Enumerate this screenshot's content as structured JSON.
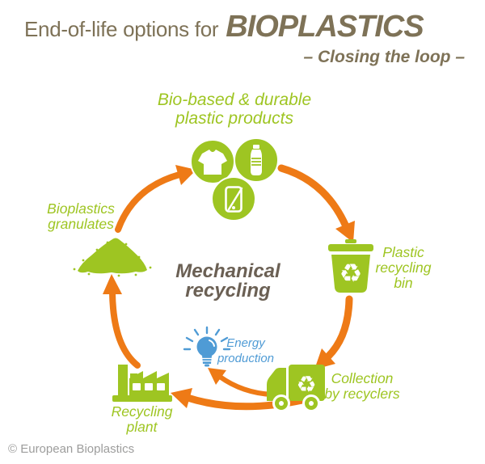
{
  "header": {
    "title_prefix": "End-of-life options for",
    "title_emphasis": "BIOPLASTICS",
    "subtitle": "– Closing the loop –"
  },
  "cycle": {
    "center_label": "Mechanical\nrecycling",
    "steps": [
      {
        "id": "products",
        "label": "Bio-based & durable\nplastic products"
      },
      {
        "id": "bin",
        "label": "Plastic\nrecycling\nbin"
      },
      {
        "id": "collection",
        "label": "Collection\nby recyclers"
      },
      {
        "id": "plant",
        "label": "Recycling\nplant"
      },
      {
        "id": "granulates",
        "label": "Bioplastics\ngranulates"
      }
    ],
    "byproduct": {
      "id": "energy",
      "label": "Energy\nproduction"
    }
  },
  "icons": {
    "recycling_symbol": "♻"
  },
  "colors": {
    "green": "#9EC522",
    "orange": "#EE7A16",
    "title_brown": "#7E7257",
    "center_brown": "#6B6054",
    "energy_blue": "#4F9BD5",
    "copyright_gray": "#9D9D9C"
  },
  "footer": {
    "copyright": "© European Bioplastics"
  }
}
